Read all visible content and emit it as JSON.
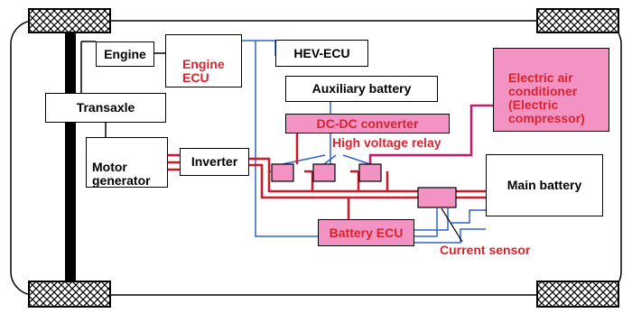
{
  "colors": {
    "high_voltage": "#cc1a2a",
    "signal": "#2f63c8",
    "ac_line": "#c8196e",
    "highlight_box": "#f293c4",
    "chassis": "#000000",
    "red_text": "#d9232e"
  },
  "components": {
    "engine": "Engine",
    "engine_ecu": "Engine\nECU",
    "hev_ecu": "HEV-ECU",
    "auxiliary_battery": "Auxiliary battery",
    "transaxle": "Transaxle",
    "dcdc_converter": "DC-DC converter",
    "electric_ac": "Electric air\nconditioner\n(Electric\ncompressor)",
    "motor_generator": "Motor\ngenerator",
    "inverter": "Inverter",
    "main_battery": "Main battery",
    "battery_ecu": "Battery ECU"
  },
  "callouts": {
    "high_voltage_relay": "High voltage relay",
    "current_sensor": "Current sensor"
  },
  "icons": {
    "wheel": "hatched-wheel"
  }
}
